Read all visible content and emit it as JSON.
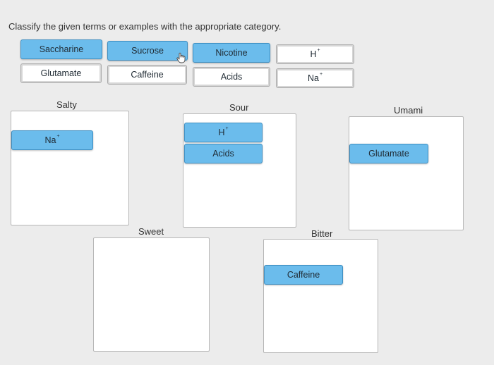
{
  "instruction": "Classify the given terms or examples with the appropriate category.",
  "terms": {
    "saccharine": "Saccharine",
    "sucrose": "Sucrose",
    "nicotine": "Nicotine",
    "h_plus": "H",
    "glutamate": "Glutamate",
    "caffeine": "Caffeine",
    "acids": "Acids",
    "na_plus": "Na",
    "ion_charge": "+"
  },
  "categories": {
    "salty": {
      "label": "Salty",
      "items": [
        "Na"
      ]
    },
    "sour": {
      "label": "Sour",
      "items": [
        "H",
        "Acids"
      ]
    },
    "umami": {
      "label": "Umami",
      "items": [
        "Glutamate"
      ]
    },
    "sweet": {
      "label": "Sweet",
      "items": []
    },
    "bitter": {
      "label": "Bitter",
      "items": [
        "Caffeine"
      ]
    }
  },
  "colors": {
    "chip": "#6bbcec",
    "chip_border": "#3f8fc2",
    "background": "#ececec"
  }
}
